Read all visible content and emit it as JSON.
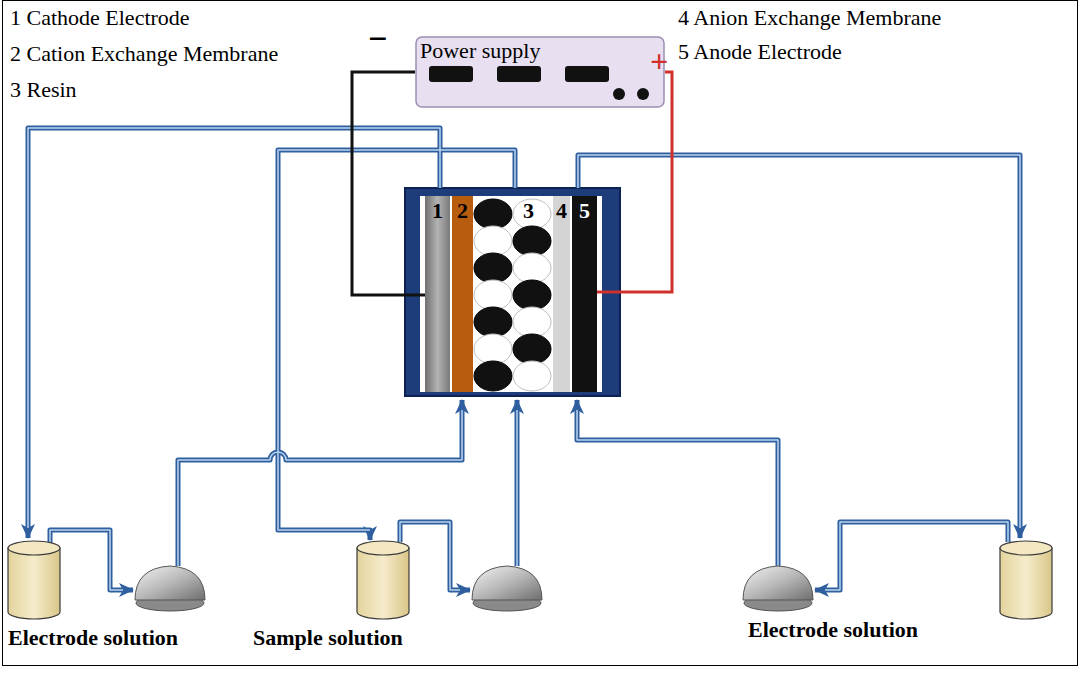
{
  "diagram": {
    "nodes": [
      {
        "text": [
          "Power supply"
        ]
      },
      {
        "text": [
          "1"
        ]
      },
      {
        "text": [
          "2"
        ]
      },
      {
        "text": [
          "3"
        ]
      },
      {
        "text": [
          "4"
        ]
      },
      {
        "text": [
          "5"
        ]
      }
    ],
    "edges": [
      {
        "from": 0,
        "to": 1,
        "arrow": "none"
      },
      {
        "from": 0,
        "to": 5,
        "arrow": "none"
      }
    ],
    "labels": [
      "1 Cathode Electrode",
      "2 Cation Exchange Membrane",
      "3 Resin",
      "4 Anion Exchange Membrane",
      "5 Anode Electrode",
      "−",
      "+",
      "Electrode solution",
      "Sample solution",
      "Electrode solution"
    ]
  }
}
